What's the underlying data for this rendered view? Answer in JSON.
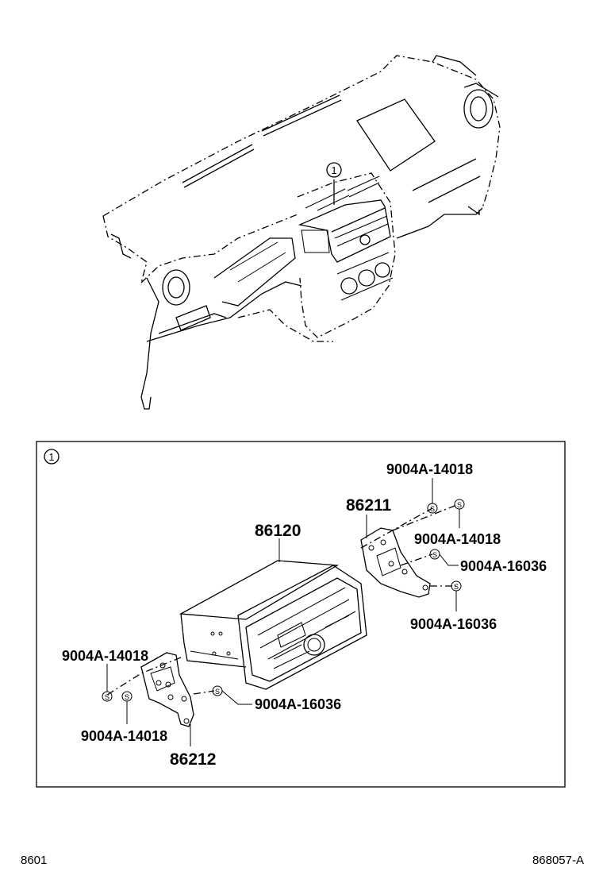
{
  "callout": {
    "marker": "1"
  },
  "parts": {
    "p86120": "86120",
    "p86211": "86211",
    "p86212": "86212",
    "bolt_a": "9004A-14018",
    "bolt_b": "9004A-14018",
    "bolt_c": "9004A-16036",
    "bolt_d": "9004A-16036",
    "bolt_e": "9004A-14018",
    "bolt_f": "9004A-14018",
    "bolt_g": "9004A-16036"
  },
  "screw_symbol": "S",
  "footer": {
    "left": "8601",
    "right": "868057-A"
  }
}
